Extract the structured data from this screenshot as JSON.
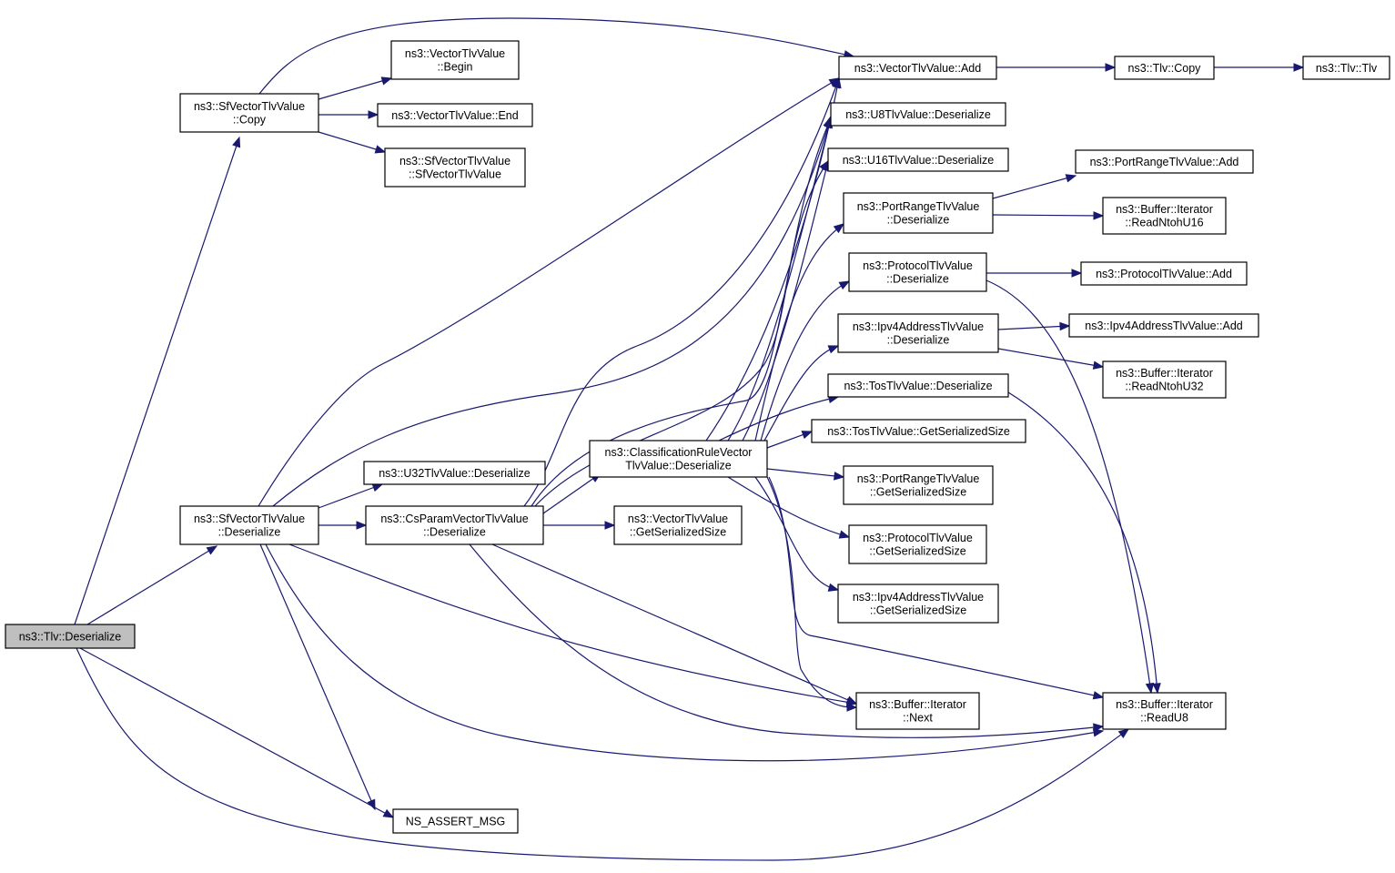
{
  "graph": {
    "nodes": {
      "tlv_deserialize": [
        "ns3::Tlv::Deserialize"
      ],
      "sfvec_copy": [
        "ns3::SfVectorTlvValue",
        "::Copy"
      ],
      "sfvec_deserialize": [
        "ns3::SfVectorTlvValue",
        "::Deserialize"
      ],
      "ns_assert_msg": [
        "NS_ASSERT_MSG"
      ],
      "vec_begin": [
        "ns3::VectorTlvValue",
        "::Begin"
      ],
      "vec_end": [
        "ns3::VectorTlvValue::End"
      ],
      "sfvec_ctor": [
        "ns3::SfVectorTlvValue",
        "::SfVectorTlvValue"
      ],
      "u32_deserialize": [
        "ns3::U32TlvValue::Deserialize"
      ],
      "csparam_deserialize": [
        "ns3::CsParamVectorTlvValue",
        "::Deserialize"
      ],
      "classrule_deserialize": [
        "ns3::ClassificationRuleVector",
        "TlvValue::Deserialize"
      ],
      "vec_getsize": [
        "ns3::VectorTlvValue",
        "::GetSerializedSize"
      ],
      "vec_add": [
        "ns3::VectorTlvValue::Add"
      ],
      "u8_deserialize": [
        "ns3::U8TlvValue::Deserialize"
      ],
      "u16_deserialize": [
        "ns3::U16TlvValue::Deserialize"
      ],
      "portrange_deserialize": [
        "ns3::PortRangeTlvValue",
        "::Deserialize"
      ],
      "protocol_deserialize": [
        "ns3::ProtocolTlvValue",
        "::Deserialize"
      ],
      "ipv4_deserialize": [
        "ns3::Ipv4AddressTlvValue",
        "::Deserialize"
      ],
      "tos_deserialize": [
        "ns3::TosTlvValue::Deserialize"
      ],
      "tos_getsize": [
        "ns3::TosTlvValue::GetSerializedSize"
      ],
      "portrange_getsize": [
        "ns3::PortRangeTlvValue",
        "::GetSerializedSize"
      ],
      "protocol_getsize": [
        "ns3::ProtocolTlvValue",
        "::GetSerializedSize"
      ],
      "ipv4_getsize": [
        "ns3::Ipv4AddressTlvValue",
        "::GetSerializedSize"
      ],
      "iter_next": [
        "ns3::Buffer::Iterator",
        "::Next"
      ],
      "iter_readu8": [
        "ns3::Buffer::Iterator",
        "::ReadU8"
      ],
      "tlv_copy": [
        "ns3::Tlv::Copy"
      ],
      "tlv_tlv": [
        "ns3::Tlv::Tlv"
      ],
      "portrange_add": [
        "ns3::PortRangeTlvValue::Add"
      ],
      "iter_readntohu16": [
        "ns3::Buffer::Iterator",
        "::ReadNtohU16"
      ],
      "protocol_add": [
        "ns3::ProtocolTlvValue::Add"
      ],
      "ipv4_add": [
        "ns3::Ipv4AddressTlvValue::Add"
      ],
      "iter_readntohu32": [
        "ns3::Buffer::Iterator",
        "::ReadNtohU32"
      ]
    },
    "root": "tlv_deserialize",
    "colors": {
      "edge": "#191970",
      "node_fill": "#ffffff",
      "root_fill": "#bfbfbf",
      "node_stroke": "#000000"
    }
  }
}
